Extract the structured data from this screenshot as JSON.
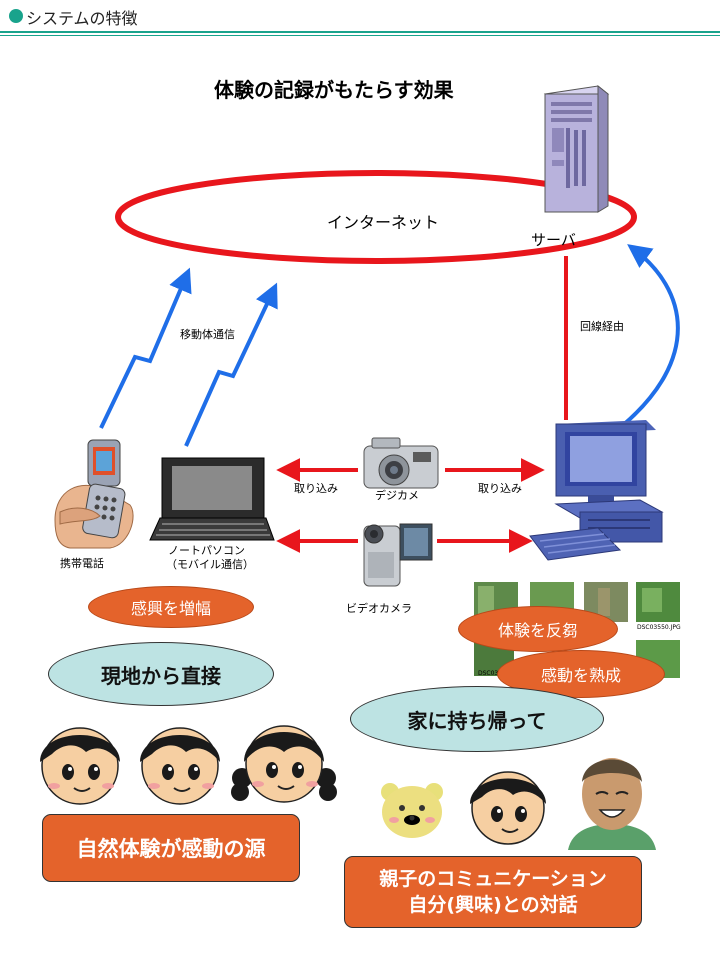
{
  "header": {
    "title": "システムの特徴"
  },
  "title": "体験の記録がもたらす効果",
  "network": {
    "internet": "インターネット",
    "server": "サーバ",
    "mobile_comm": "移動体通信",
    "line": "回線経由"
  },
  "devices": {
    "phone": "携帯電話",
    "laptop_line1": "ノートパソコン",
    "laptop_line2": "（モバイル通信）",
    "digicam": "デジカメ",
    "videocam": "ビデオカメラ",
    "import_left": "取り込み",
    "import_right": "取り込み"
  },
  "photos": [
    "DSC03550.JPG",
    "DSC03551.JPG"
  ],
  "bubbles": {
    "amplify": "感興を増幅",
    "direct": "現地から直接",
    "reflect": "体験を反芻",
    "mature": "感動を熟成",
    "home": "家に持ち帰って"
  },
  "boxes": {
    "nature": "自然体験が感動の源",
    "family_line1": "親子のコミュニケーション",
    "family_line2": "自分(興味)との対話"
  },
  "colors": {
    "accent": "#19a38c",
    "arrow_red": "#e8161c",
    "arrow_blue": "#1f6ee8",
    "orange": "#e4632b",
    "teal": "#bde3e3"
  }
}
